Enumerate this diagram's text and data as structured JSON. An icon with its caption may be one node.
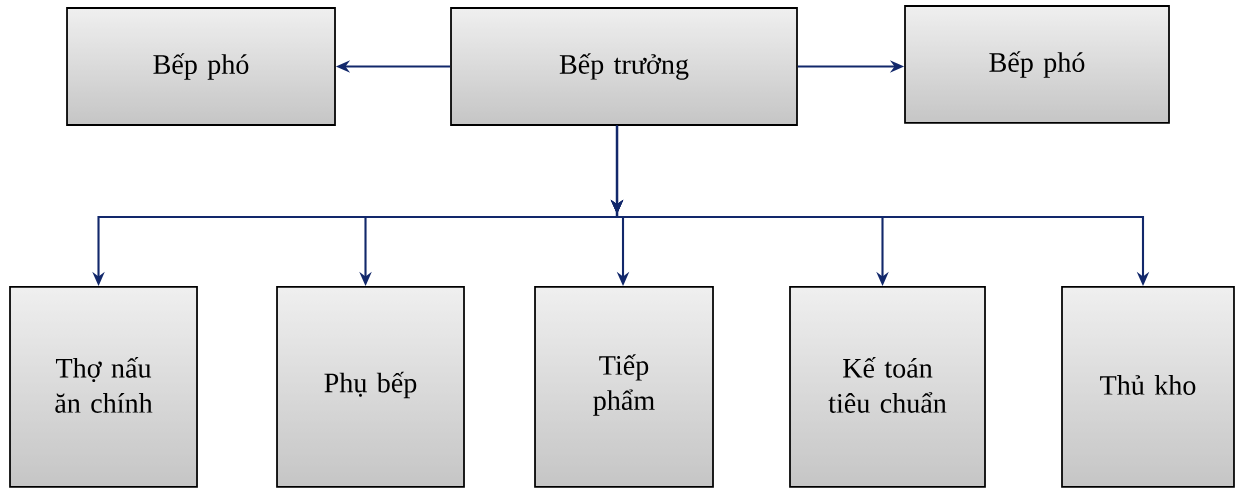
{
  "diagram": {
    "nodes": [
      {
        "text": [
          "Bếp trưởng"
        ]
      },
      {
        "text": [
          "Bếp phó"
        ]
      },
      {
        "text": [
          "Bếp phó"
        ]
      },
      {
        "text": [
          "Thợ nấu ăn chính"
        ]
      },
      {
        "text": [
          "Phụ bếp"
        ]
      },
      {
        "text": [
          "Tiếp phẩm"
        ]
      },
      {
        "text": [
          "Kế toán tiêu chuẩn"
        ]
      },
      {
        "text": [
          "Thủ kho"
        ]
      }
    ],
    "edges": [
      {
        "from": 0,
        "to": 1,
        "arrow": "to"
      },
      {
        "from": 0,
        "to": 2,
        "arrow": "to"
      },
      {
        "from": 0,
        "to": 3,
        "arrow": "to"
      },
      {
        "from": 0,
        "to": 4,
        "arrow": "to"
      },
      {
        "from": 0,
        "to": 5,
        "arrow": "to"
      },
      {
        "from": 0,
        "to": 6,
        "arrow": "to"
      },
      {
        "from": 0,
        "to": 7,
        "arrow": "to"
      }
    ]
  }
}
